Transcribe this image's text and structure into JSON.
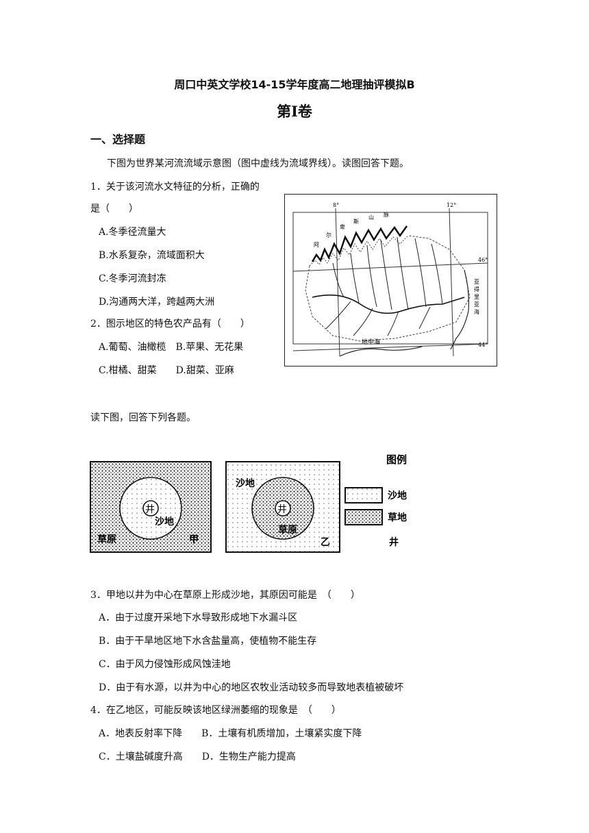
{
  "header": {
    "title": "周口中英文学校14-15学年度高二地理抽评模拟B",
    "part": "第Ⅰ卷"
  },
  "section1": {
    "heading": "一、选择题"
  },
  "intro1": "下图为世界某河流流域示意图（图中虚线为流域界线）。读图回答下题。",
  "q1": {
    "stem_line1": "1．关于该河流水文特征的分析，正确的",
    "stem_line2": "是（　　）",
    "options": [
      "A.冬季径流量大",
      "B.水系复杂，流域面积大",
      "C.冬季河流封冻",
      "D.沟通两大洋，跨越两大洲"
    ]
  },
  "q2": {
    "stem": "2．图示地区的特色农产品有（　　）",
    "options_line1": "A.葡萄、油橄榄　B.苹果、无花果",
    "options_line2": "C.柑橘、甜菜　　D.甜菜、亚麻"
  },
  "map": {
    "lon_left": "8°",
    "lon_right": "12°",
    "lat_top": "46°",
    "lat_bottom": "44°",
    "mountain_chars": [
      "阿",
      "尔",
      "卑",
      "斯",
      "山",
      "脉"
    ],
    "sea_right_chars": [
      "亚",
      "得",
      "里",
      "亚",
      "海"
    ],
    "sea_bottom": "地中海"
  },
  "intro2": "读下图，回答下列各题。",
  "fig2": {
    "left_well": "井",
    "left_inner": "沙地",
    "left_outer": "草原",
    "left_tag": "甲",
    "right_outer": "沙地",
    "right_well": "井",
    "right_inner": "草原",
    "right_tag": "乙",
    "legend_title": "图例",
    "legend_sand": "沙地",
    "legend_grass": "草地",
    "legend_well": "井"
  },
  "q3": {
    "stem": "3．甲地以井为中心在草原上形成沙地，其原因可能是　（　　）",
    "options": [
      "A．由于过度开采地下水导致形成地下水漏斗区",
      "B．由于干旱地区地下水含盐量高，使植物不能生存",
      "C．由于风力侵蚀形成风蚀洼地",
      "D．由于有水源，以井为中心的地区农牧业活动较多而导致地表植被破坏"
    ]
  },
  "q4": {
    "stem": "4．在乙地区，可能反映该地区绿洲萎缩的现象是　（　　）",
    "options_line1": "A．地表反射率下降　　B．土壤有机质增加，土壤紧实度下降",
    "options_line2": "C．土壤盐碱度升高　　D．生物生产能力提高"
  }
}
